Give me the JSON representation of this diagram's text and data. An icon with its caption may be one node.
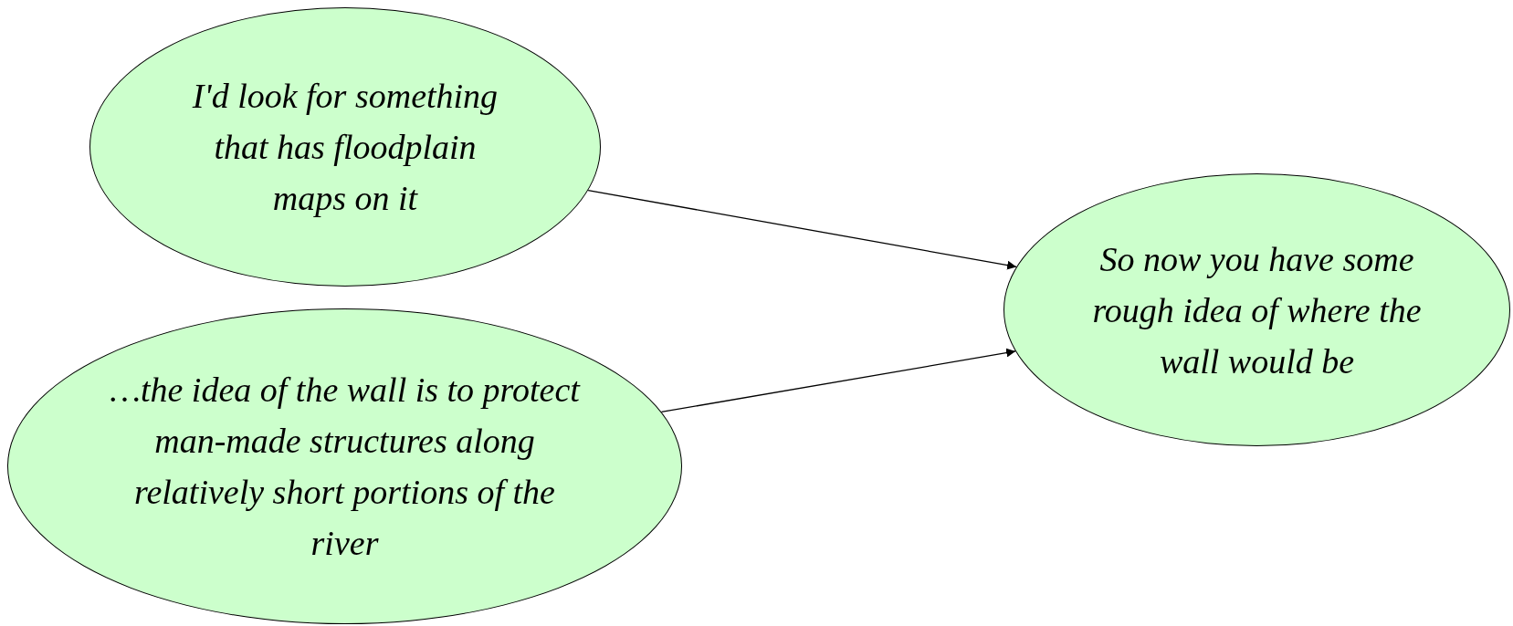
{
  "diagram": {
    "nodes": [
      {
        "text": [
          "I'd look for something that has floodplain maps on it"
        ]
      },
      {
        "text": [
          "…the idea of the wall is to protect man-made structures along relatively short portions of the river"
        ]
      },
      {
        "text": [
          "So now you have some rough idea of where the wall would be"
        ]
      }
    ],
    "edges": [
      {
        "from": 0,
        "to": 2,
        "arrow": "to"
      },
      {
        "from": 1,
        "to": 2,
        "arrow": "to"
      }
    ]
  }
}
